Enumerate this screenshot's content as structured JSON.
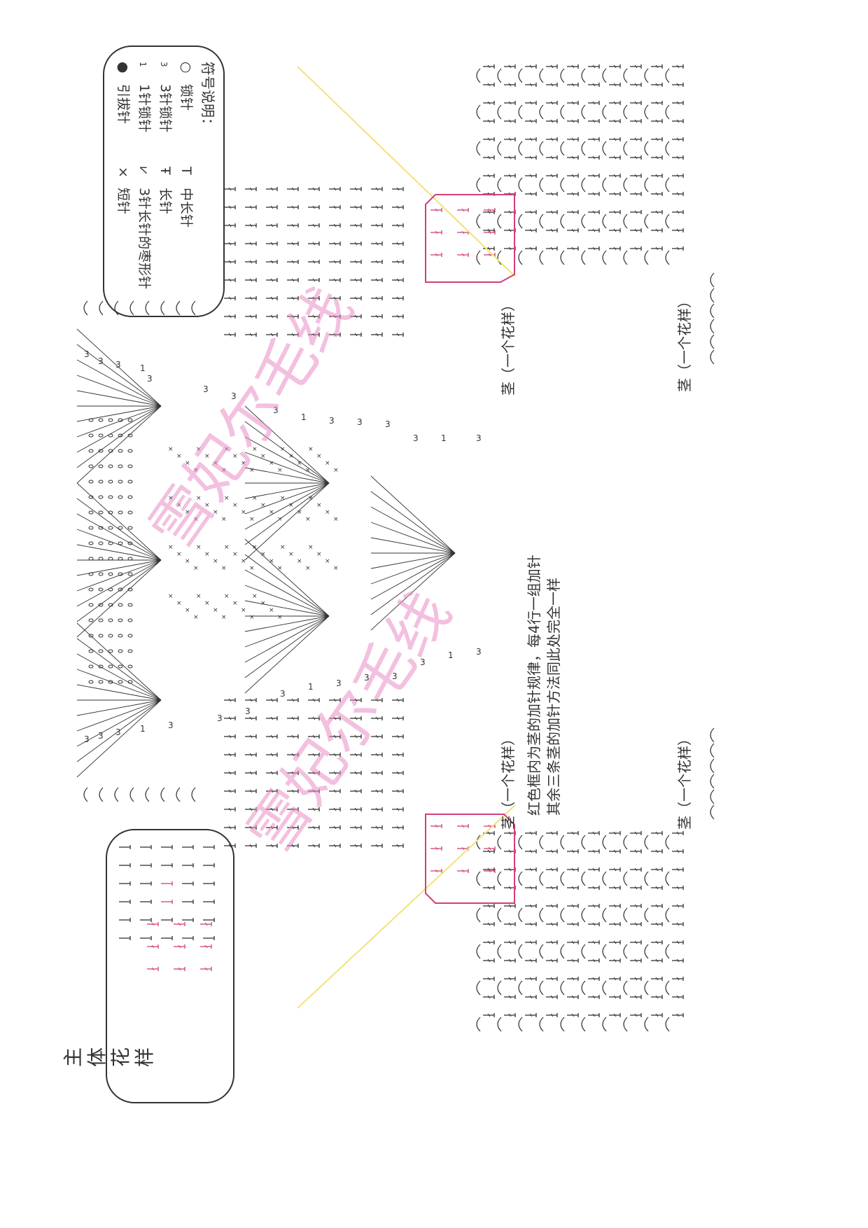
{
  "legend": {
    "title": "符号说明：",
    "items": [
      {
        "symbol": "○",
        "label": "锁针"
      },
      {
        "symbol": "3",
        "label": "3针锁针"
      },
      {
        "symbol": "1",
        "label": "1针锁针"
      },
      {
        "symbol": "●",
        "label": "引拔针"
      },
      {
        "symbol": "T",
        "label": "中长针"
      },
      {
        "symbol": "Ŧ",
        "label": "长针"
      },
      {
        "symbol": "⩗",
        "label": "3针长针的枣形针"
      },
      {
        "symbol": "×",
        "label": "短针"
      }
    ]
  },
  "main_pattern": {
    "title": "主体花样"
  },
  "labels": {
    "stem_repeat": "茎（一个花样）",
    "note_line1": "红色框内为茎的加针规律，每4行一组加针",
    "note_line2": "其余三条茎的加针方法同此处完全一样"
  },
  "watermark": "雪妃尔毛线",
  "colors": {
    "ink": "#333333",
    "highlight": "#d0407a",
    "diagonal": "#f2e27a",
    "watermark": "#e98cc4"
  }
}
